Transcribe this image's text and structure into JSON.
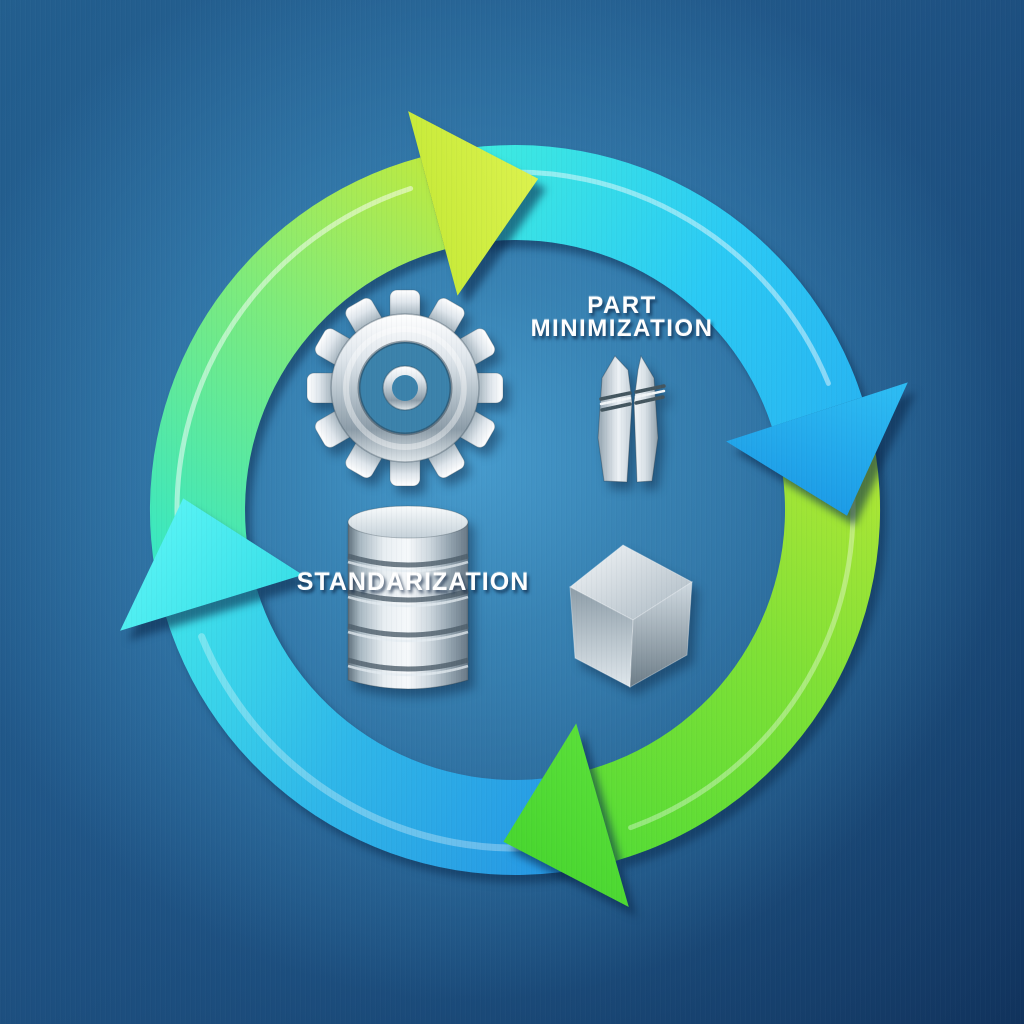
{
  "diagram": {
    "kind": "process-cycle",
    "direction": "clockwise",
    "segments": 4,
    "labels": {
      "part_line1": "PART",
      "part_line2": "MINIMIZATION",
      "standardization": "STANDARIZATION"
    },
    "icons": [
      "gear-icon",
      "calipers-icon",
      "cylinder-stack-icon",
      "cube-icon"
    ],
    "colors": {
      "background_center": "#3E8EBE",
      "background_corner_light": "#1F5585",
      "background_corner_dark": "#0D2A52",
      "arrow_teal_start": "#35E7C5",
      "arrow_lime_head_top": "#C6EA38",
      "arrow_cyan_start": "#3FEEDE",
      "arrow_blue_head_right": "#1C9BE6",
      "arrow_lime_start": "#B5E735",
      "arrow_green_head_bottom": "#48D62F",
      "arrow_blue_start": "#2593E2",
      "arrow_cyan_head_left": "#55F2F4",
      "chrome_light": "#F4F8FA",
      "chrome_dark": "#8C9CA8",
      "label_text": "#FFFFFF"
    }
  }
}
